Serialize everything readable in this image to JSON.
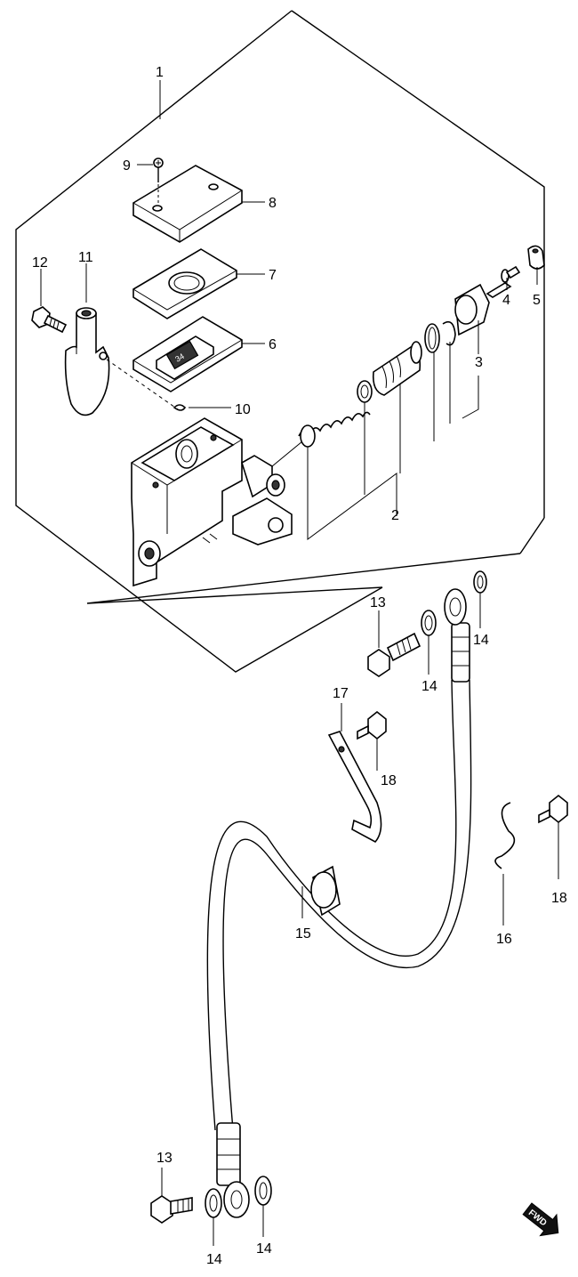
{
  "diagram": {
    "callouts": {
      "p1": "1",
      "p2": "2",
      "p3a": "3",
      "p3b": "3",
      "p4": "4",
      "p5": "5",
      "p6": "6",
      "p7": "7",
      "p8": "8",
      "p9": "9",
      "p10": "10",
      "p11": "11",
      "p12": "12",
      "p13a": "13",
      "p13b": "13",
      "p14a": "14",
      "p14b": "14",
      "p14c": "14",
      "p14d": "14",
      "p15": "15",
      "p16": "16",
      "p17": "17",
      "p18a": "18",
      "p18b": "18"
    },
    "fwd_badge": "FWD"
  }
}
